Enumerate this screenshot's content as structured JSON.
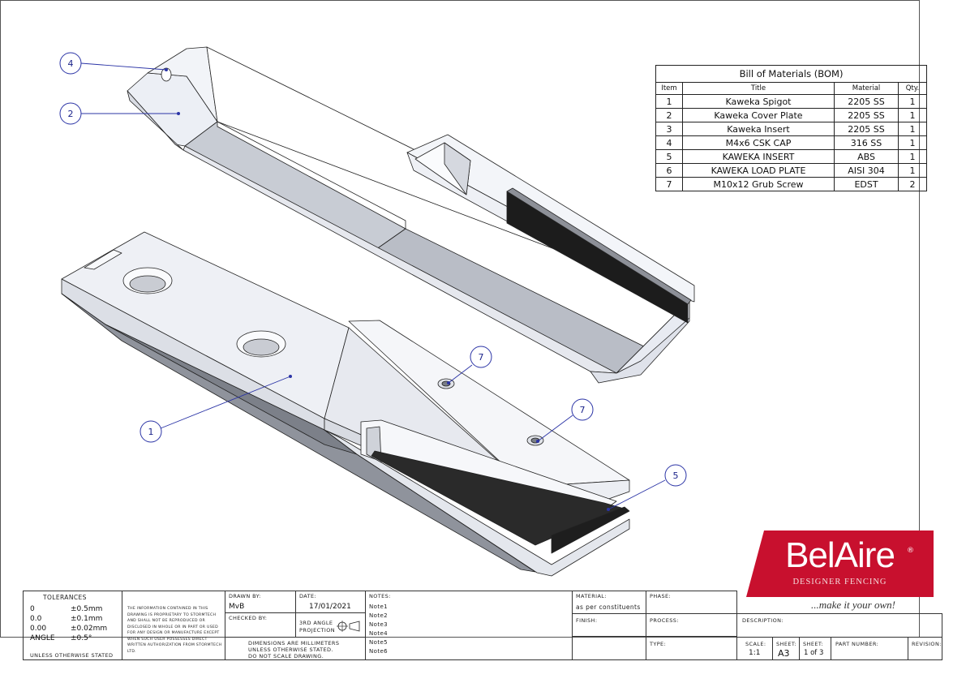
{
  "bom": {
    "title": "Bill of Materials (BOM)",
    "headers": [
      "Item",
      "Title",
      "Material",
      "Qty."
    ],
    "rows": [
      [
        "1",
        "Kaweka Spigot",
        "2205 SS",
        "1"
      ],
      [
        "2",
        "Kaweka Cover Plate",
        "2205 SS",
        "1"
      ],
      [
        "3",
        "Kaweka Insert",
        "2205 SS",
        "1"
      ],
      [
        "4",
        "M4x6 CSK CAP",
        "316 SS",
        "1"
      ],
      [
        "5",
        "KAWEKA INSERT",
        "ABS",
        "1"
      ],
      [
        "6",
        "KAWEKA LOAD PLATE",
        "AISI 304",
        "1"
      ],
      [
        "7",
        "M10x12 Grub Screw",
        "EDST",
        "2"
      ]
    ]
  },
  "balloons": {
    "b4": "4",
    "b2": "2",
    "b1": "1",
    "b7a": "7",
    "b7b": "7",
    "b5": "5"
  },
  "tolerances": {
    "title": "TOLERANCES",
    "rows": [
      [
        "0",
        "±0.5mm"
      ],
      [
        "0.0",
        "±0.1mm"
      ],
      [
        "0.00",
        "±0.02mm"
      ],
      [
        "ANGLE",
        "±0.5°"
      ]
    ],
    "footer": "UNLESS OTHERWISE STATED"
  },
  "confidentiality": "THE INFORMATION CONTAINED IN THIS DRAWING IS PROPRIETARY TO STORMTECH AND SHALL NOT BE REPRODUCED OR DISCLOSED IN WHOLE OR IN PART OR USED FOR ANY DESIGN OR MANUFACTURE EXCEPT WHEN SUCH USER POSSESSES DIRECT WRITTEN AUTHORIZATION FROM STORMTECH LTD.",
  "drawn_by": {
    "label": "DRAWN BY:",
    "value": "MvB"
  },
  "date": {
    "label": "DATE:",
    "value": "17/01/2021"
  },
  "checked_by": {
    "label": "CHECKED BY:"
  },
  "projection": "3RD ANGLE PROJECTION",
  "dimensions_note": [
    "DIMENSIONS ARE MILLIMETERS",
    "UNLESS OTHERWISE STATED.",
    "DO NOT SCALE DRAWING."
  ],
  "notes": {
    "label": "NOTES:",
    "items": [
      "Note1",
      "Note2",
      "Note3",
      "Note4",
      "Note5",
      "Note6"
    ]
  },
  "material": {
    "label": "MATERIAL:",
    "value": "as per constituents"
  },
  "finish": {
    "label": "FINISH:"
  },
  "phase": {
    "label": "PHASE:"
  },
  "process": {
    "label": "PROCESS:"
  },
  "type": {
    "label": "TYPE:"
  },
  "description": {
    "label": "DESCRIPTION:"
  },
  "scale": {
    "label": "SCALE:",
    "value": "1:1"
  },
  "sheet_size": {
    "label": "SHEET:",
    "value": "A3"
  },
  "sheet_no": {
    "label": "SHEET:",
    "value": "1 of 3"
  },
  "part_number": {
    "label": "PART NUMBER:"
  },
  "revision": {
    "label": "REVISION:"
  },
  "logo": {
    "name": "BelAire",
    "sub": "DESIGNER FENCING",
    "tagline": "...make it your own!",
    "color": "#c8102e"
  }
}
